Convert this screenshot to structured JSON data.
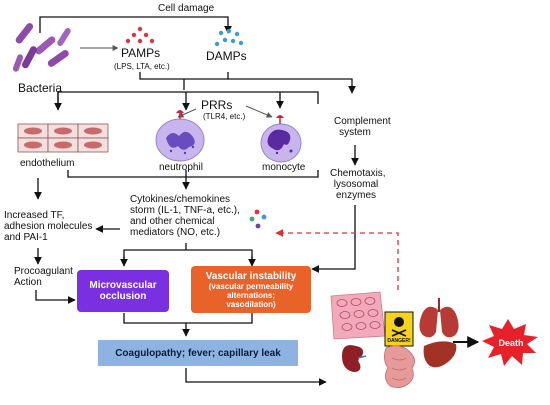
{
  "top": {
    "cell_damage": "Cell damage"
  },
  "sources": {
    "bacteria": "Bacteria",
    "pamps": "PAMPs",
    "pamps_examples": "(LPS, LTA, etc.)",
    "damps": "DAMPs"
  },
  "receptors": {
    "prrs": "PRRs",
    "prrs_examples": "(TLR4, etc.)"
  },
  "cells": {
    "endothelium": "endothelium",
    "neutrophil": "neutrophil",
    "monocyte": "monocyte"
  },
  "complement": {
    "line1": "Complement",
    "line2": "system"
  },
  "chemotaxis": {
    "line1": "Chemotaxis,",
    "line2": "lysosomal",
    "line3": "enzymes"
  },
  "cytokines": {
    "line1": "Cytokines/chemokines",
    "line2": "storm (IL-1, TNF-a, etc.),",
    "line3": "and other chemical",
    "line4": "mediators (NO, etc.)"
  },
  "increased_tf": {
    "line1": "Increased TF,",
    "line2": "adhesion molecules",
    "line3": "and PAI-1"
  },
  "procoagulant": {
    "line1": "Procoagulant",
    "line2": "Action"
  },
  "microvascular": {
    "line1": "Microvascular",
    "line2": "occlusion"
  },
  "vascular": {
    "title": "Vascular instability",
    "detail1": "(vascular permeability",
    "detail2": "alternations;",
    "detail3": "vasodilation)"
  },
  "coagulopathy": "Coagulopathy; fever; capillary leak",
  "danger": "DANGER!",
  "death": "Death",
  "colors": {
    "microvascular": "#7a2fe0",
    "vascular": "#e8622a",
    "coagulopathy": "#8db3e2",
    "death": "#e8202a",
    "pamps_dots": "#e0323c",
    "damps_dots": "#3a9be0",
    "bacteria": "#8e4aa8",
    "dashed_arrow": "#e03030"
  }
}
